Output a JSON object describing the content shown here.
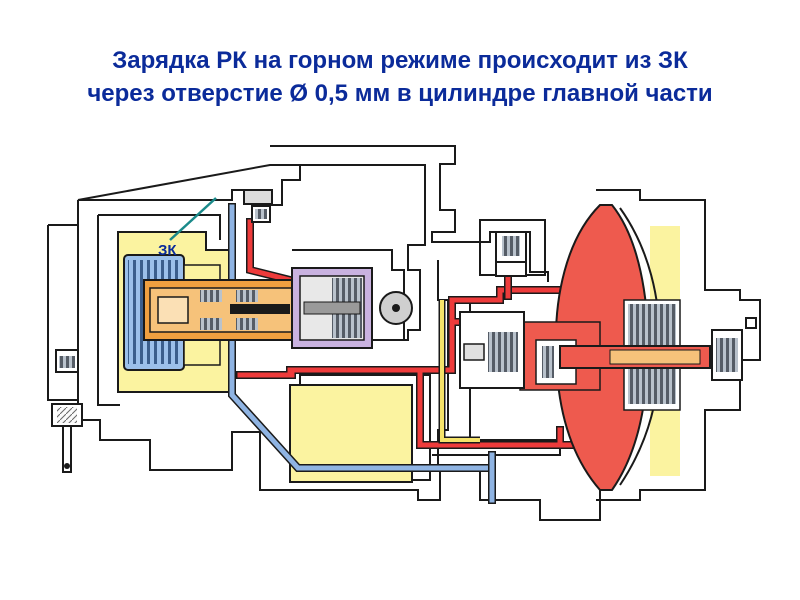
{
  "title": {
    "line1": "Зарядка РК на горном режиме происходит из ЗК",
    "line2": "через отверстие Ø 0,5 мм в цилиндре главной части"
  },
  "diagram": {
    "label_zk": "ЗК"
  },
  "colors": {
    "title": "#0b2b9a",
    "zk_label": "#0b2b9a",
    "pointer_line": "#1a8a8a",
    "air_red": "#ee3b3b",
    "chamber_red": "#ee5a4e",
    "rk_yellow": "#fbf3a0",
    "pipe_blue": "#8fb4e3",
    "piston_orange": "#f0a040",
    "valve_purple": "#c9b2e0",
    "spring_grey": "#6b6b6b",
    "outline": "#1a1a1a"
  }
}
